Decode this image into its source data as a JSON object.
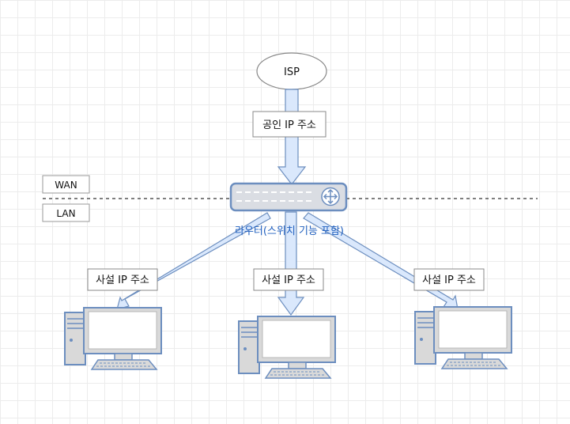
{
  "nodes": {
    "isp": "ISP",
    "router_label": "라우터(스위치 기능 포함)"
  },
  "zones": {
    "wan": "WAN",
    "lan": "LAN"
  },
  "edge_labels": {
    "public_ip": "공인 IP 주소",
    "private_ip_left": "사설 IP 주소",
    "private_ip_center": "사설 IP 주소",
    "private_ip_right": "사설 IP 주소"
  },
  "colors": {
    "arrow_fill": "#dae8fc",
    "arrow_stroke": "#6c8ebf",
    "router_label": "#1f5fbf",
    "device_fill": "#d9d9d9",
    "device_stroke": "#6c8ebf"
  }
}
